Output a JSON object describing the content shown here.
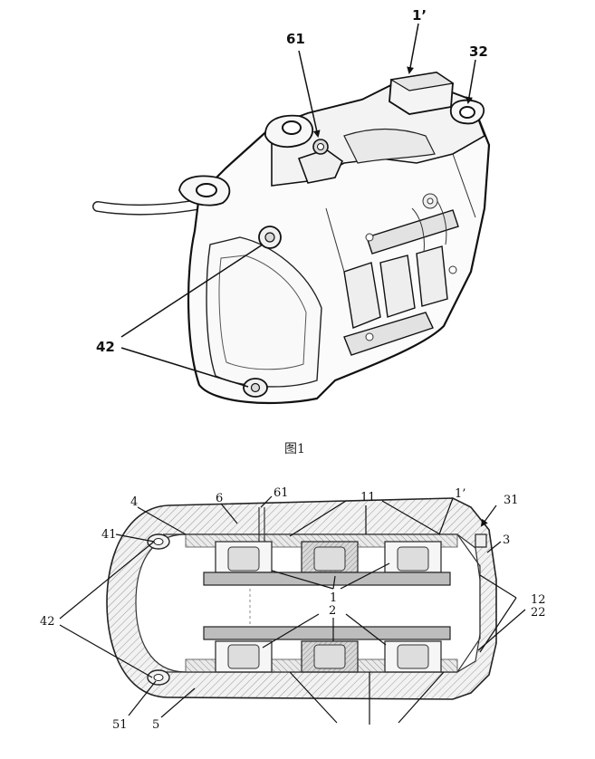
{
  "figure1": {
    "caption": "图1",
    "labels": {
      "l61": "61",
      "l1p": "1’",
      "l32": "32",
      "l42": "42"
    }
  },
  "figure2": {
    "labels": {
      "l4": "4",
      "l6": "6",
      "l61": "61",
      "l11": "11",
      "l1p": "1’",
      "l31": "31",
      "l41": "41",
      "l3": "3",
      "l1": "1",
      "l12": "12",
      "l22": "22",
      "l2": "2",
      "l42": "42",
      "l51": "51",
      "l5": "5"
    }
  }
}
